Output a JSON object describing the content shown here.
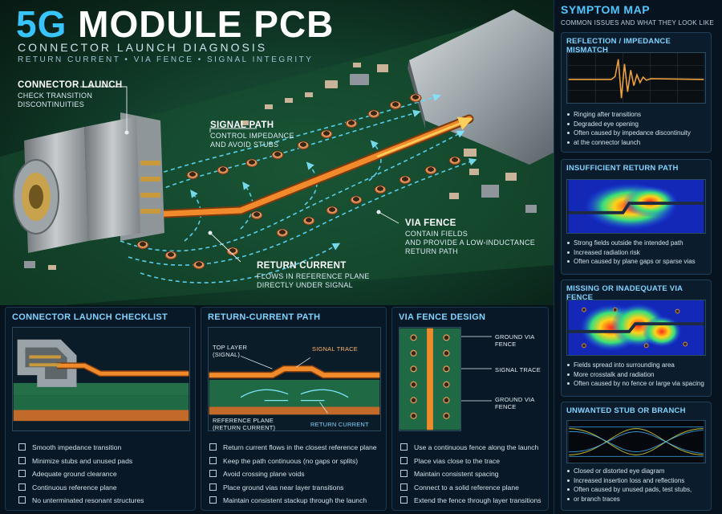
{
  "header": {
    "title_highlight": "5G",
    "title_rest": "MODULE PCB",
    "subtitle": "CONNECTOR LAUNCH DIAGNOSIS",
    "tagline": "RETURN CURRENT  •  VIA FENCE  •  SIGNAL INTEGRITY"
  },
  "callouts": {
    "connector_launch": {
      "title": "CONNECTOR LAUNCH",
      "desc": [
        "CHECK TRANSITION",
        "DISCONTINUITIES"
      ]
    },
    "signal_path": {
      "title": "SIGNAL PATH",
      "desc": [
        "CONTROL IMPEDANCE",
        "AND AVOID STUBS"
      ]
    },
    "via_fence": {
      "title": "VIA FENCE",
      "desc": [
        "CONTAIN FIELDS",
        "AND PROVIDE A LOW-INDUCTANCE",
        "RETURN PATH"
      ]
    },
    "return_current": {
      "title": "RETURN CURRENT",
      "desc": [
        "FLOWS IN REFERENCE PLANE",
        "DIRECTLY UNDER SIGNAL"
      ]
    }
  },
  "symptom_map": {
    "title": "SYMPTOM MAP",
    "subtitle": "COMMON ISSUES AND WHAT THEY LOOK LIKE",
    "cards": [
      {
        "title": "REFLECTION / IMPEDANCE MISMATCH",
        "bullets": [
          "Ringing after transitions",
          "Degraded eye opening",
          "Often caused by impedance discontinuity",
          "at the connector launch"
        ]
      },
      {
        "title": "INSUFFICIENT RETURN PATH",
        "bullets": [
          "Strong fields outside the intended path",
          "Increased radiation risk",
          "Often caused by plane gaps or sparse vias"
        ]
      },
      {
        "title": "MISSING OR INADEQUATE VIA FENCE",
        "bullets": [
          "Fields spread into surrounding area",
          "More crosstalk and radiation",
          "Often caused by no fence or large via spacing"
        ]
      },
      {
        "title": "UNWANTED STUB OR BRANCH",
        "bullets": [
          "Closed or distorted eye diagram",
          "Increased insertion loss and reflections",
          "Often caused by unused pads, test stubs,",
          "or branch traces"
        ]
      }
    ]
  },
  "checklist": {
    "title": "CONNECTOR LAUNCH CHECKLIST",
    "items": [
      "Smooth impedance transition",
      "Minimize stubs and unused pads",
      "Adequate ground clearance",
      "Continuous reference plane",
      "No unterminated resonant structures"
    ]
  },
  "return_path": {
    "title": "RETURN-CURRENT PATH",
    "labels": {
      "top_layer": [
        "TOP LAYER",
        "(SIGNAL)"
      ],
      "signal_trace": "SIGNAL TRACE",
      "reference_plane": [
        "REFERENCE PLANE",
        "(RETURN CURRENT)"
      ],
      "return_current": "RETURN CURRENT"
    },
    "items": [
      "Return current flows in the closest reference plane",
      "Keep the path continuous (no gaps or splits)",
      "Avoid crossing plane voids",
      "Place ground vias near layer transitions",
      "Maintain consistent stackup through the launch"
    ]
  },
  "via_fence_design": {
    "title": "VIA FENCE DESIGN",
    "labels": {
      "ground_via_fence_top": [
        "GROUND VIA",
        "FENCE"
      ],
      "signal_trace": "SIGNAL TRACE",
      "ground_via_fence_bottom": [
        "GROUND VIA",
        "FENCE"
      ]
    },
    "items": [
      "Use a continuous fence along the launch",
      "Place vias close to the trace",
      "Maintain consistent spacing",
      "Connect to a solid reference plane",
      "Extend the fence through layer transitions"
    ]
  },
  "colors": {
    "accent": "#38c4ff",
    "trace": "#f08a2a",
    "board": "#123f2c",
    "panel": "#091826"
  }
}
